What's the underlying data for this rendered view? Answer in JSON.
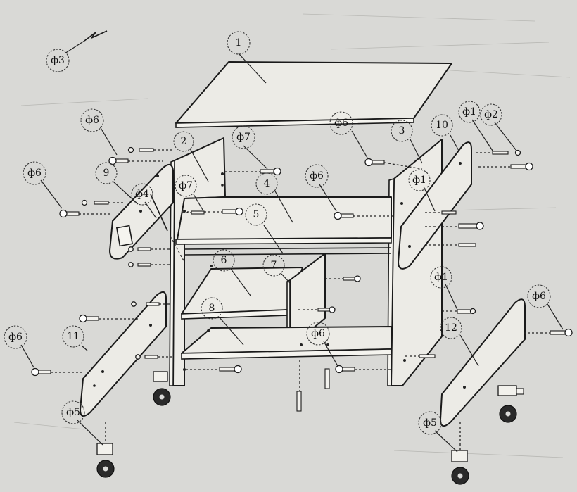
{
  "diagram": {
    "labels": {
      "part_1": "1",
      "part_2": "2",
      "part_3": "3",
      "part_4": "4",
      "part_5": "5",
      "part_6": "6",
      "part_7": "7",
      "part_8": "8",
      "part_9": "9",
      "part_10": "10",
      "part_11": "11",
      "part_12": "12",
      "hw_phi1": "ф1",
      "hw_phi2": "ф2",
      "hw_phi3": "ф3",
      "hw_phi4": "ф4",
      "hw_phi5": "ф5",
      "hw_phi6": "ф6",
      "hw_phi7": "ф7"
    }
  }
}
